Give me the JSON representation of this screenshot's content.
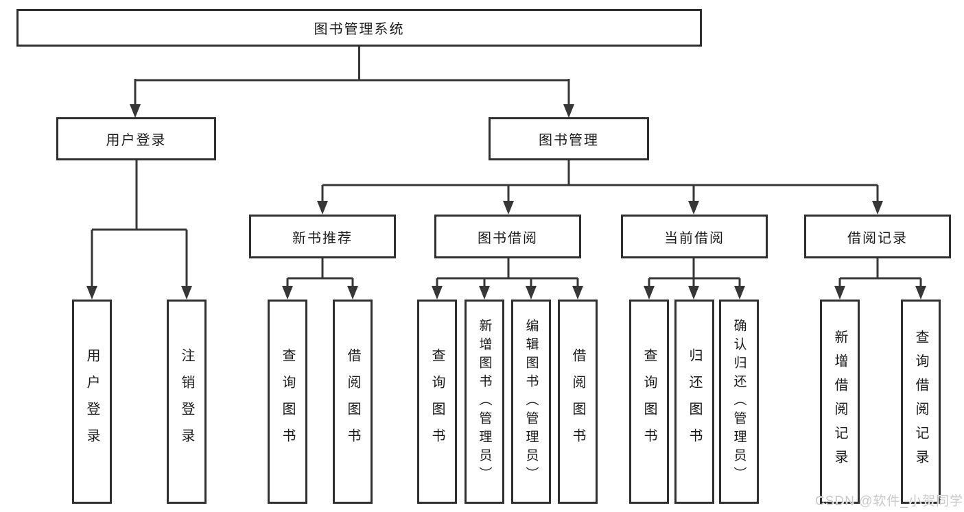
{
  "diagram": {
    "root": "图书管理系统",
    "level2": [
      {
        "label": "用户登录",
        "leaves": [
          "用户登录",
          "注销登录"
        ]
      },
      {
        "label": "图书管理"
      }
    ],
    "level3": [
      {
        "label": "新书推荐",
        "leaves": [
          "查询图书",
          "借阅图书"
        ]
      },
      {
        "label": "图书借阅",
        "leaves": [
          "查询图书",
          "新增图书（管理员）",
          "编辑图书（管理员）",
          "借阅图书"
        ]
      },
      {
        "label": "当前借阅",
        "leaves": [
          "查询图书",
          "归还图书",
          "确认归还（管理员）"
        ]
      },
      {
        "label": "借阅记录",
        "leaves": [
          "新增借阅记录",
          "查询借阅记录"
        ]
      }
    ]
  },
  "watermark": {
    "text": "CSDN @软件_小贺同学"
  },
  "colors": {
    "line": "#373737",
    "box_border": "#2f2f2f",
    "text": "#1a1a1a",
    "watermark": "#c9c9c9",
    "background": "#ffffff"
  }
}
